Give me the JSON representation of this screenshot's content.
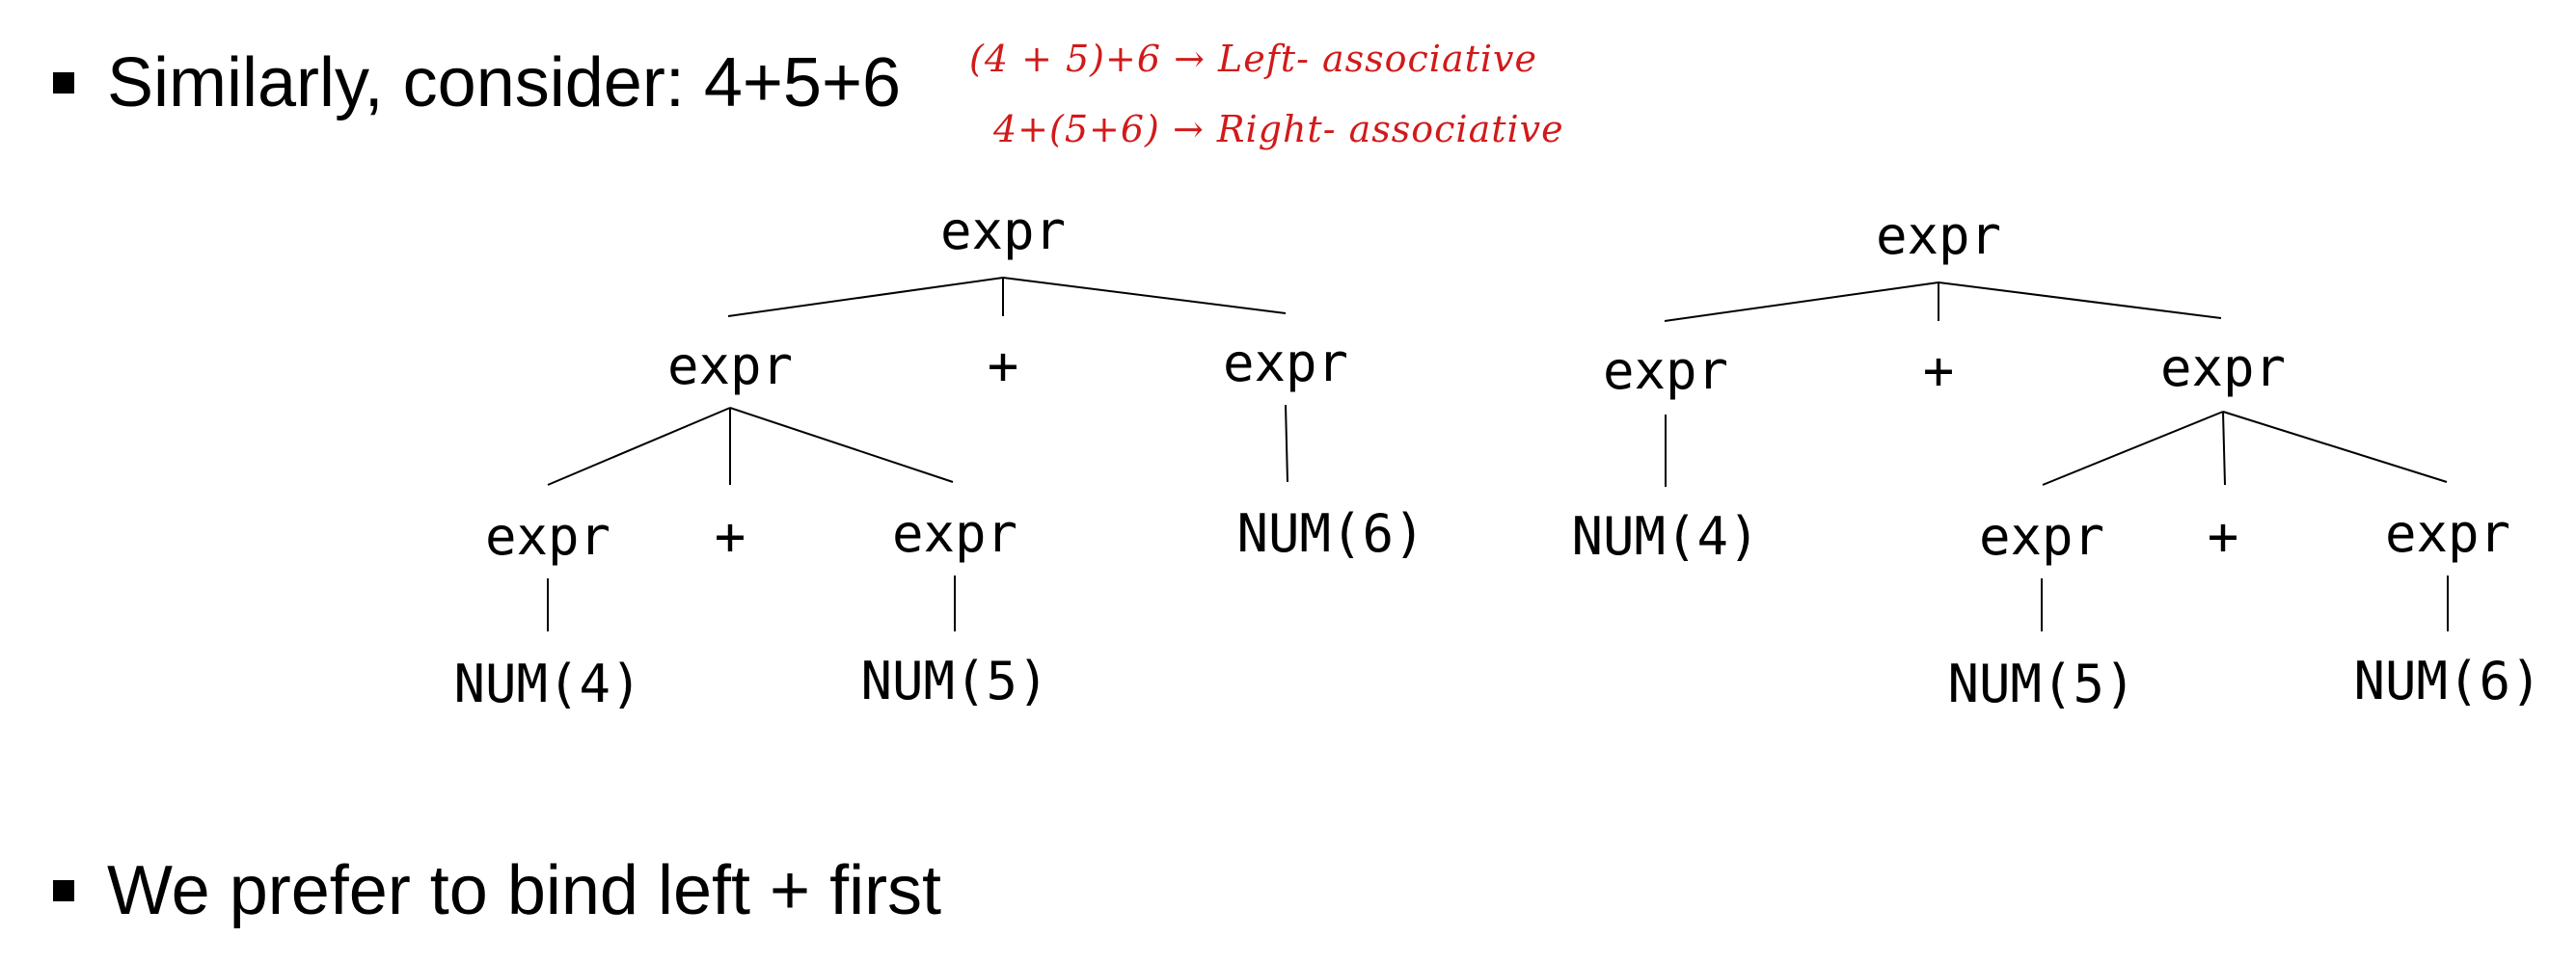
{
  "bullets": [
    {
      "text": "Similarly, consider: 4+5+6"
    },
    {
      "text": "We prefer to bind left + first"
    }
  ],
  "annotations": [
    {
      "text": "(4 + 5)+6 → Left- associative",
      "color": "#d11a1a"
    },
    {
      "text": "4+(5+6) → Right- associative",
      "color": "#d11a1a"
    }
  ],
  "left_tree": {
    "root": "expr",
    "level1": [
      "expr",
      "+",
      "expr"
    ],
    "level2": [
      "expr",
      "+",
      "expr",
      "NUM(6)"
    ],
    "level3": [
      "NUM(4)",
      "NUM(5)"
    ]
  },
  "right_tree": {
    "root": "expr",
    "level1": [
      "expr",
      "+",
      "expr"
    ],
    "level2": [
      "NUM(4)",
      "expr",
      "+",
      "expr"
    ],
    "level3": [
      "NUM(5)",
      "NUM(6)"
    ]
  }
}
